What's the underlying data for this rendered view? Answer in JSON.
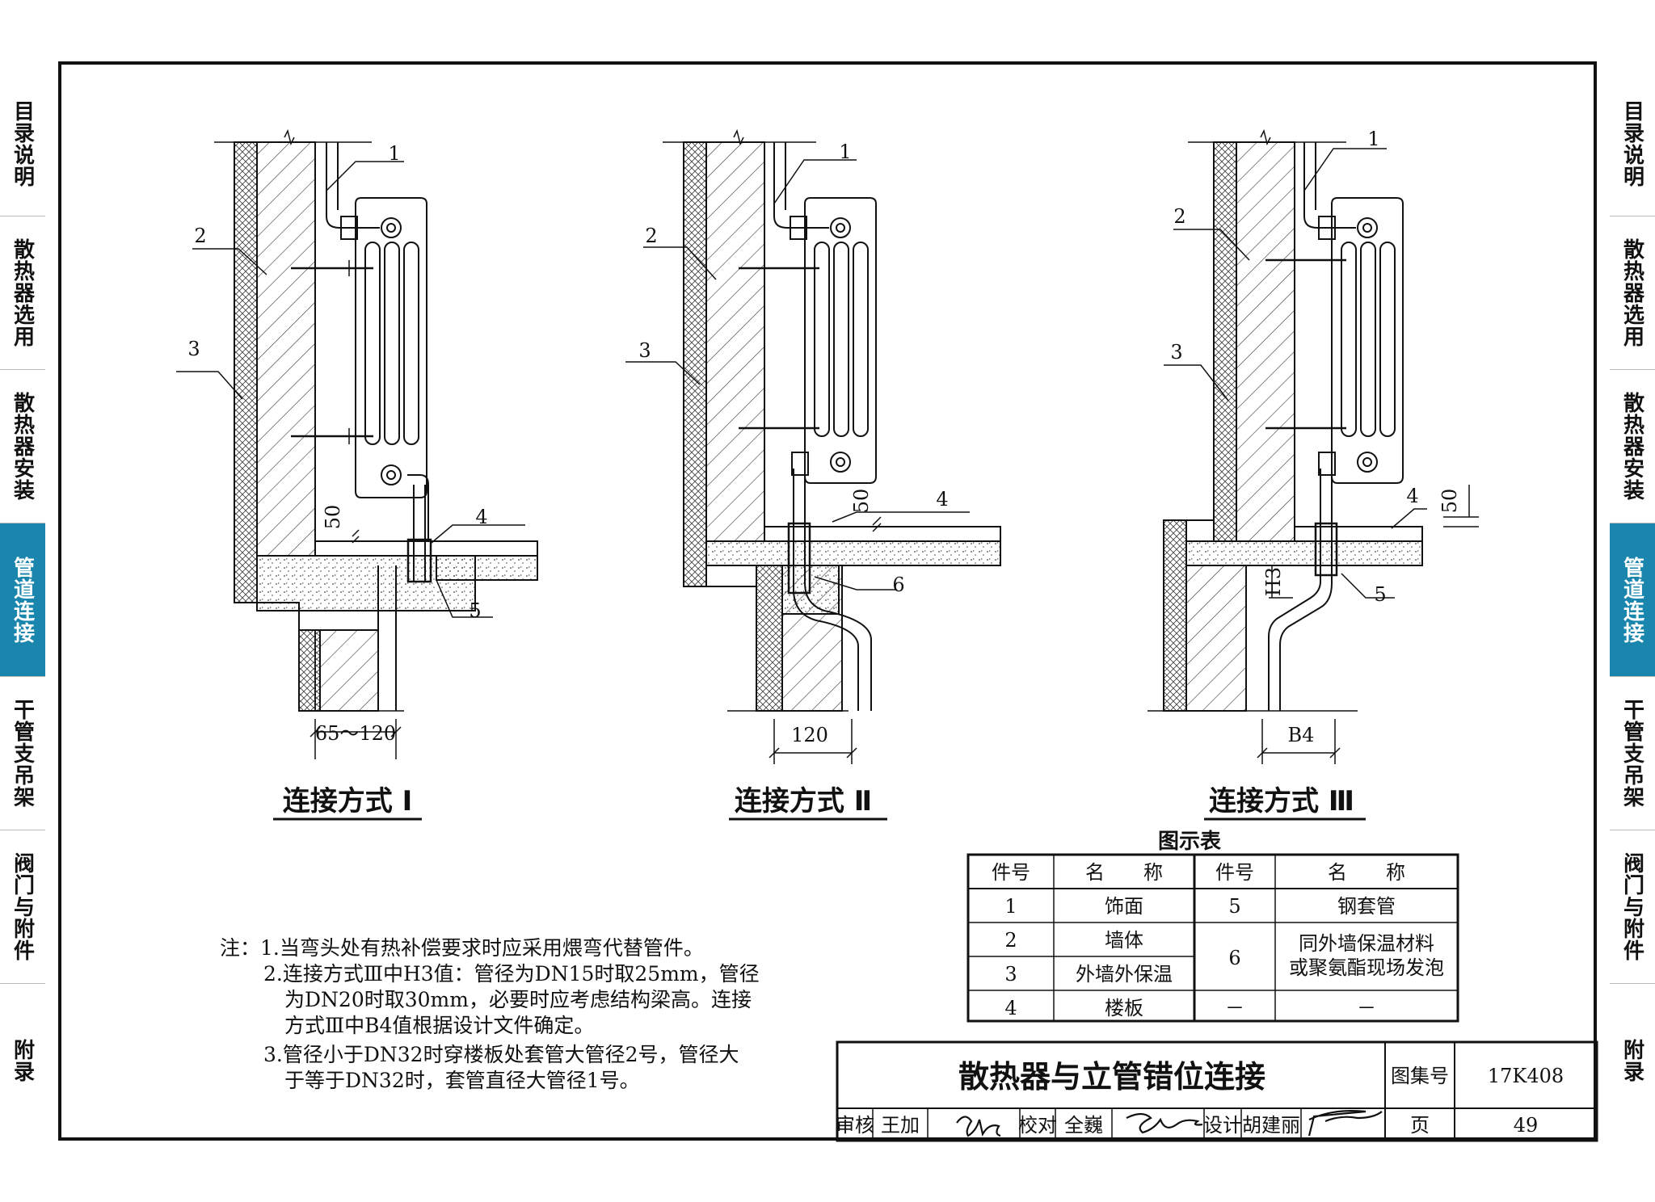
{
  "side_tabs": [
    {
      "label": "目录说明",
      "active": false
    },
    {
      "label": "散热器选用",
      "active": false
    },
    {
      "label": "散热器安装",
      "active": false
    },
    {
      "label": "管道连接",
      "active": true
    },
    {
      "label": "干管支吊架",
      "active": false
    },
    {
      "label": "阀门与附件",
      "active": false
    },
    {
      "label": "附录",
      "active": false
    }
  ],
  "accent_color": "#1a86ad",
  "diagrams": [
    {
      "caption": "连接方式 Ⅰ",
      "dimension": "65～120",
      "markers": {
        "n1": "1",
        "n2": "2",
        "n3": "3",
        "n4": "4",
        "n5": "5",
        "d50": "50"
      }
    },
    {
      "caption": "连接方式 Ⅱ",
      "dimension": "120",
      "markers": {
        "n1": "1",
        "n2": "2",
        "n3": "3",
        "n4": "4",
        "n6": "6",
        "d50": "50"
      }
    },
    {
      "caption": "连接方式 Ⅲ",
      "dimension": "B4",
      "markers": {
        "n1": "1",
        "n2": "2",
        "n3": "3",
        "n4": "4",
        "n5": "5",
        "d50": "50",
        "h3": "H3"
      }
    }
  ],
  "notes": [
    "注：1.当弯头处有热补偿要求时应采用煨弯代替管件。",
    "2.连接方式Ⅲ中H3值：管径为DN15时取25mm，管径",
    "为DN20时取30mm，必要时应考虑结构梁高。连接",
    "方式Ⅲ中B4值根据设计文件确定。",
    "3.管径小于DN32时穿楼板处套管大管径2号，管径大",
    "于等于DN32时，套管直径大管径1号。"
  ],
  "legend": {
    "title": "图示表",
    "headers": [
      "件号",
      "名　　称",
      "件号",
      "名　　称"
    ],
    "rows": [
      [
        "1",
        "饰面",
        "5",
        "钢套管"
      ],
      [
        "2",
        "墙体",
        "6",
        "同外墙保温材料"
      ],
      [
        "3",
        "外墙外保温",
        "",
        "或聚氨酯现场发泡"
      ],
      [
        "4",
        "楼板",
        "－",
        "－"
      ]
    ]
  },
  "title_block": {
    "drawing_title": "散热器与立管错位连接",
    "atlas_label": "图集号",
    "atlas_no": "17K408",
    "review_label": "审核",
    "reviewer": "王加",
    "check_label": "校对",
    "checker": "全巍",
    "design_label": "设计",
    "designer": "胡建丽",
    "page_label": "页",
    "page_no": "49"
  }
}
